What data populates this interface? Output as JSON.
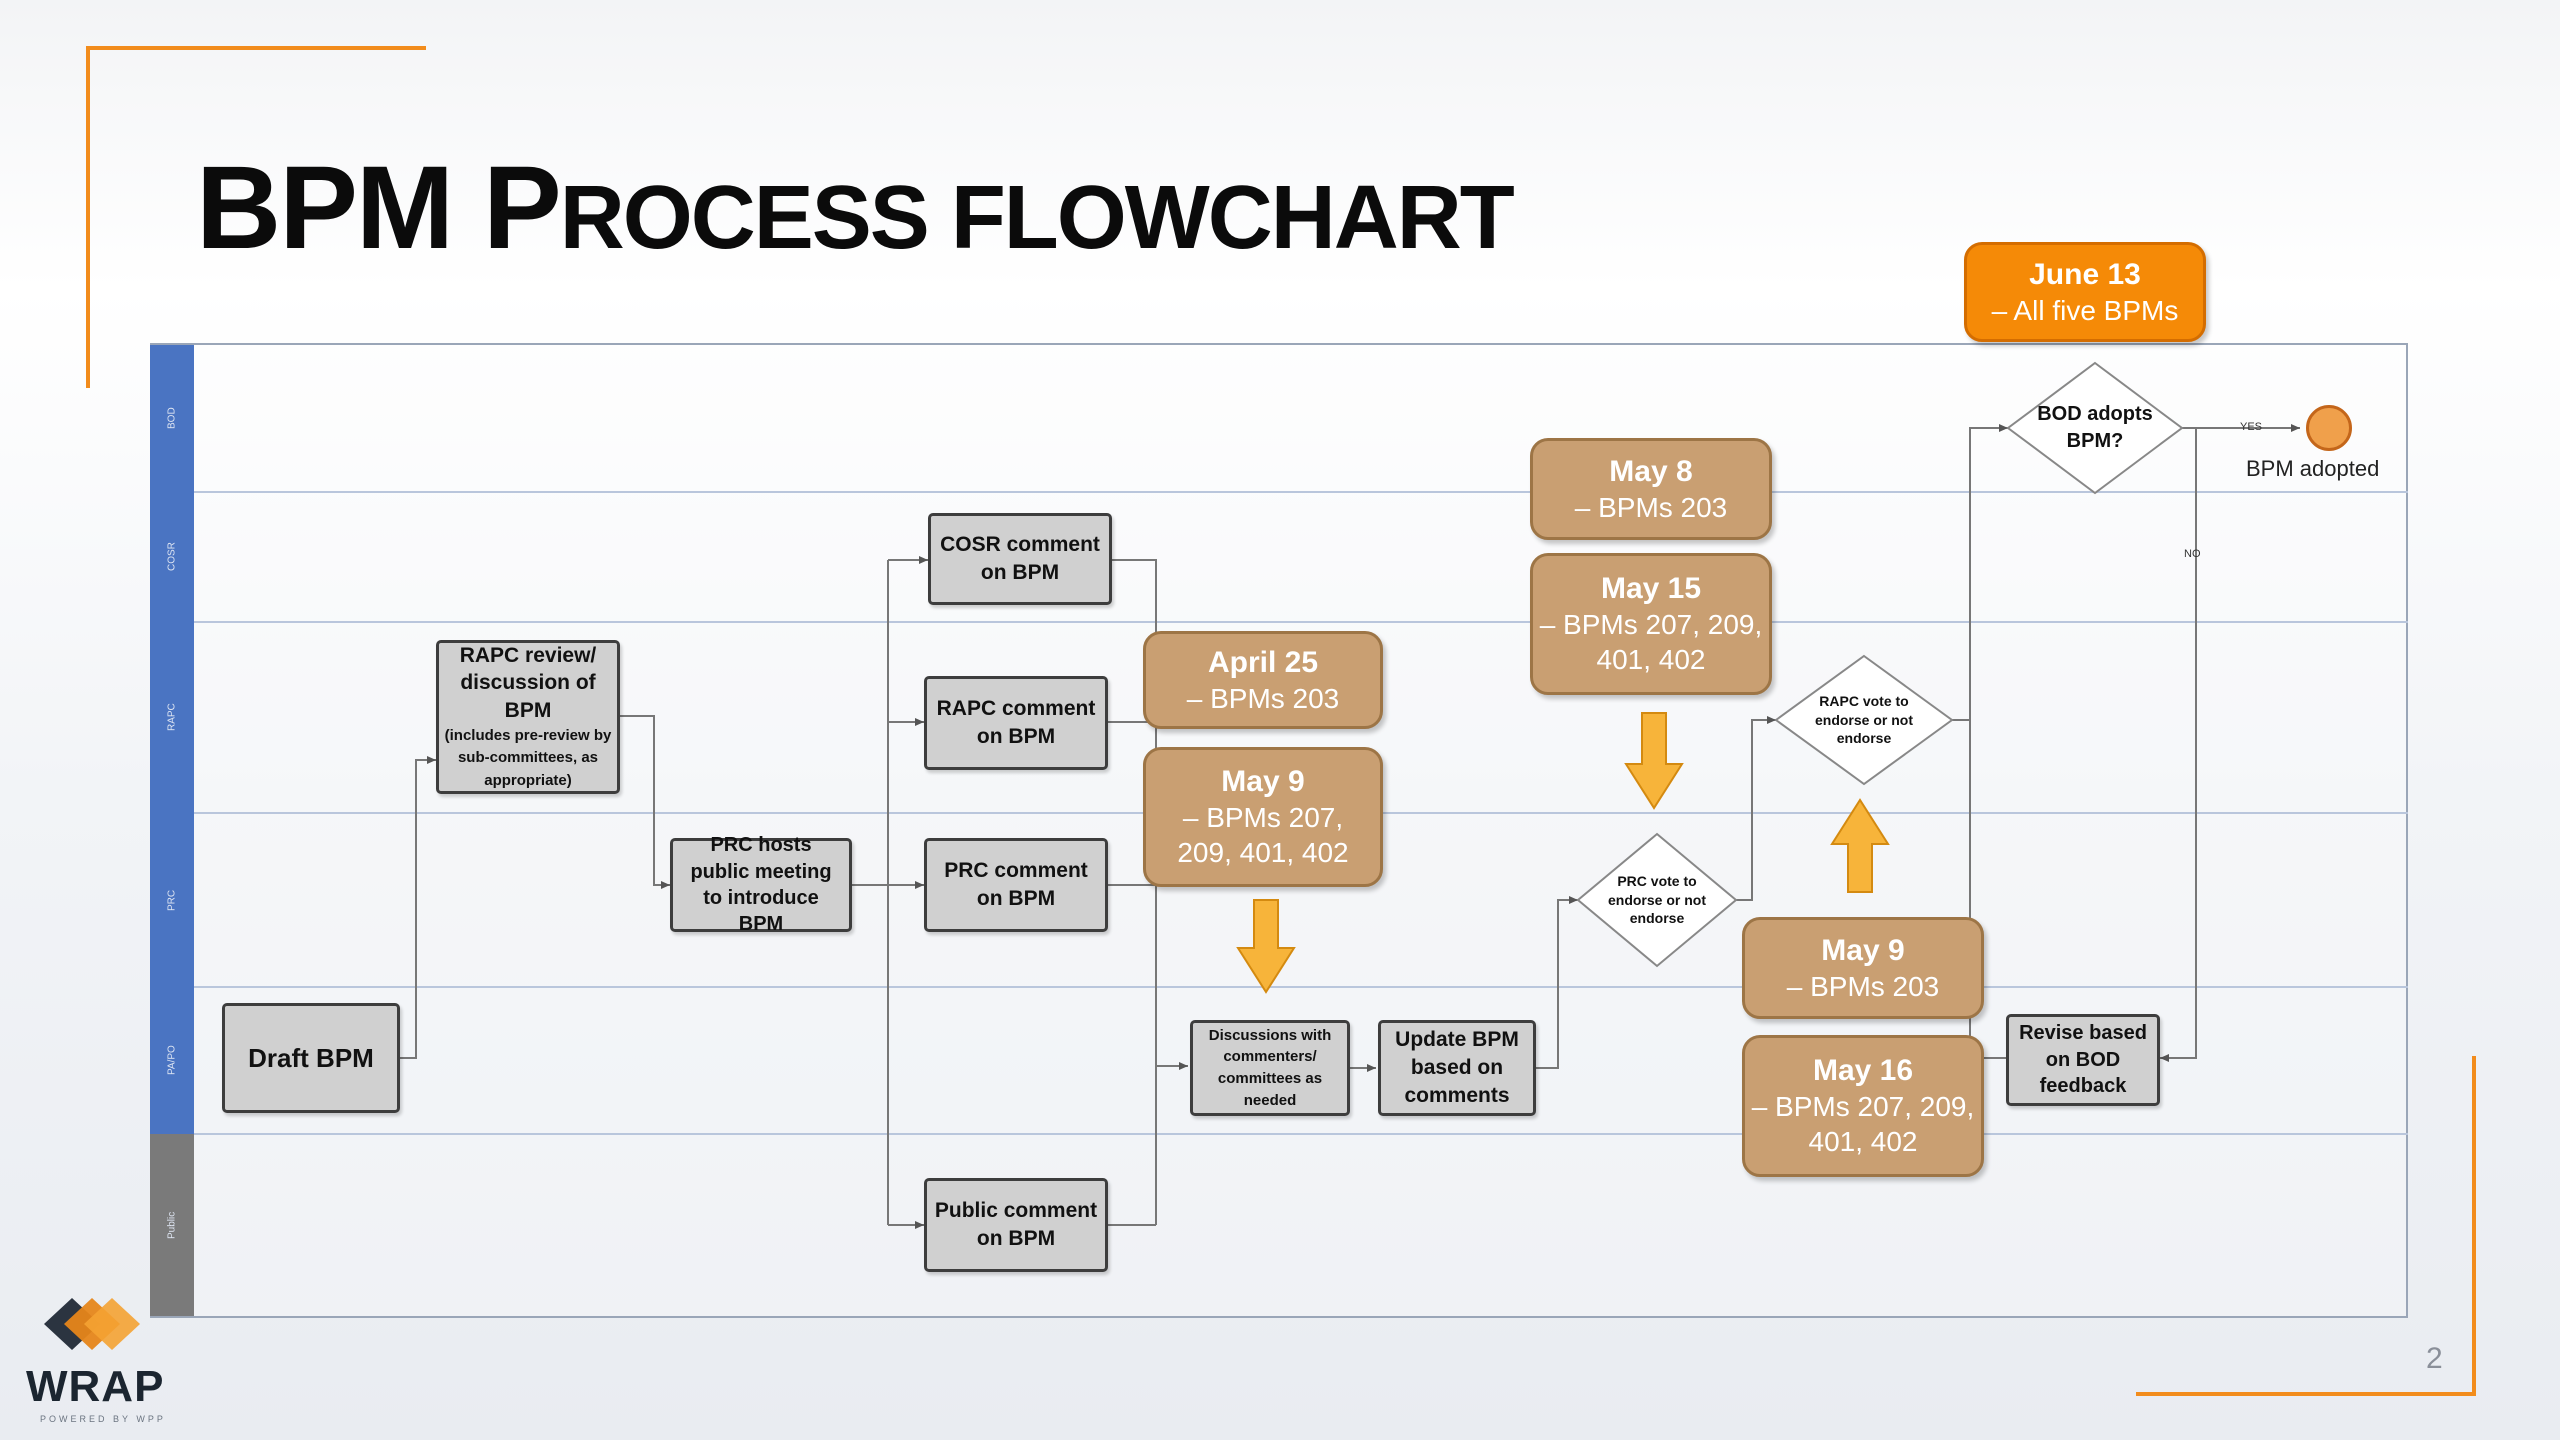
{
  "slide": {
    "title_big_1": "BPM",
    "title_big_2": "P",
    "title_small_1": "ROCESS FLOWCHART",
    "page_number": "2"
  },
  "lanes": [
    "BOD",
    "COSR",
    "RAPC",
    "PRC",
    "PA/PO",
    "Public"
  ],
  "nodes": {
    "draft": "Draft BPM",
    "rapc_review": "RAPC review/ discussion of BPM",
    "rapc_review_note": "(includes pre-review by sub-committees, as appropriate)",
    "prc_hosts": "PRC hosts public meeting to introduce BPM",
    "cosr_comment": "COSR comment on BPM",
    "rapc_comment": "RAPC comment on BPM",
    "prc_comment": "PRC comment on BPM",
    "public_comment": "Public comment on BPM",
    "discussions": "Discussions with commenters/ committees as needed",
    "update_bpm": "Update BPM based on comments",
    "prc_vote": "PRC vote to endorse or not endorse",
    "rapc_vote": "RAPC vote to endorse or not endorse",
    "bod_adopts": "BOD adopts BPM?",
    "revise_bod": "Revise based on BOD feedback",
    "bpm_adopted": "BPM adopted",
    "yes_label": "YES",
    "no_label": "NO"
  },
  "dates": [
    {
      "title": "April 25",
      "sub": "– BPMs 203"
    },
    {
      "title": "May 9",
      "sub": "– BPMs 207, 209, 401, 402"
    },
    {
      "title": "May 8",
      "sub": "– BPMs 203"
    },
    {
      "title": "May 15",
      "sub": "– BPMs 207, 209, 401, 402"
    },
    {
      "title": "May 9",
      "sub": "– BPMs 203"
    },
    {
      "title": "May 16",
      "sub": "– BPMs 207, 209, 401, 402"
    },
    {
      "title": "June 13",
      "sub": "– All five BPMs"
    }
  ],
  "logo": {
    "name": "WRAP",
    "tagline": "POWERED BY WPP"
  },
  "colors": {
    "accent_orange": "#f28c1c",
    "lane_blue": "#4a74c2",
    "lane_gray": "#7a7a7a",
    "date_tan": "#c99f72",
    "date_highlight": "#f58a07",
    "arrow_fill": "#f7b43a"
  }
}
